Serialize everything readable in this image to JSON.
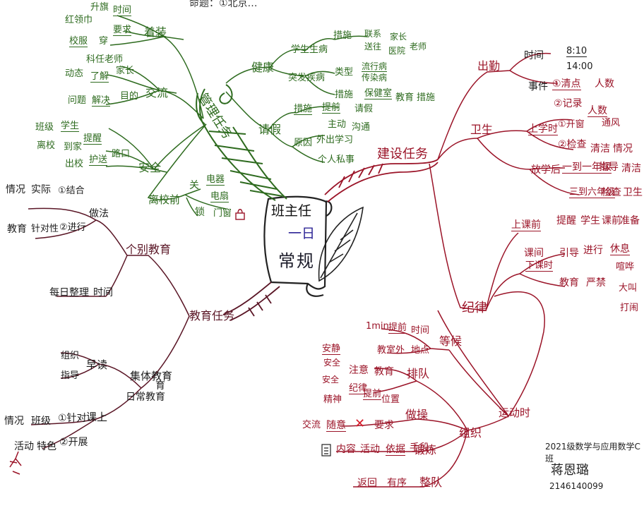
{
  "center": {
    "title": "班主任",
    "day": "一日",
    "routine": "常规"
  },
  "colors": {
    "management": "#2e6b1f",
    "construction": "#9b1428",
    "education": "#5a1626",
    "center_fill": "#ffffff"
  },
  "top_crop_text": "命题：①北京…",
  "signature": {
    "class": "2021级数学与应用数学C班",
    "name": "蒋恩璐",
    "id": "2146140099"
  },
  "management": {
    "title": "管理任务",
    "dress": {
      "label": "着装",
      "items": [
        "升旗",
        "时间",
        "红领巾",
        "要求",
        "校服",
        "穿"
      ]
    },
    "exchange": {
      "label": "交流",
      "items": [
        "科任老师",
        "动态",
        "了解",
        "家长",
        "目的",
        "问题",
        "解决"
      ]
    },
    "safety": {
      "label": "安全",
      "items": [
        "班级",
        "学生",
        "离校",
        "到家",
        "提醒",
        "出校",
        "护送",
        "路口"
      ]
    },
    "before_leave": {
      "label": "离校前",
      "items": [
        "关",
        "电器",
        "门窗",
        "锁",
        "电扇"
      ]
    },
    "health": {
      "label": "健康",
      "items": [
        "学生生病",
        "措施",
        "联系",
        "送往",
        "医院",
        "家长",
        "老师",
        "突发疾病",
        "类型",
        "流行病",
        "传染病",
        "措施",
        "保健室",
        "教育",
        "措施"
      ]
    },
    "leave": {
      "label": "请假",
      "items": [
        "措施",
        "提前",
        "请假",
        "主动",
        "沟通",
        "原因",
        "外出学习",
        "个人私事"
      ]
    }
  },
  "construction": {
    "title": "建设任务",
    "attendance": {
      "label": "出勤",
      "time_label": "时间",
      "times": [
        "8:10",
        "14:00"
      ],
      "event_label": "事件",
      "event_items": [
        "①清点",
        "人数",
        "②记录",
        "人数"
      ]
    },
    "hygiene": {
      "label": "卫生",
      "items": [
        "上学时",
        "①开窗",
        "通风",
        "②检查",
        "清洁",
        "情况",
        "放学后",
        "一到一年级",
        "指导",
        "清洁",
        "三到六年级",
        "检查",
        "卫生"
      ]
    },
    "discipline": {
      "label": "纪律",
      "before_class": [
        "上课前",
        "提醒",
        "学生",
        "课前",
        "准备"
      ],
      "recess": [
        "课间",
        "下课时",
        "引导",
        "进行",
        "休息",
        "教育",
        "严禁",
        "喧哗",
        "大叫",
        "打闹"
      ]
    },
    "exercise": {
      "label": "运动时",
      "waiting": {
        "label": "等候",
        "items": [
          "1min",
          "提前",
          "时间",
          "教室外",
          "地点"
        ]
      },
      "organize": {
        "label": "组织",
        "queue": {
          "label": "排队",
          "items": [
            "安静",
            "安全",
            "注意",
            "教育",
            "安全",
            "纪律",
            "精神",
            "提前",
            "位置"
          ]
        },
        "exercise_do": {
          "label": "做操",
          "items": [
            "交流",
            "随意",
            "✕",
            "要求"
          ]
        },
        "practice": {
          "label": "锻炼",
          "items": [
            "内容",
            "活动",
            "依据",
            "手段"
          ]
        },
        "tidy": {
          "label": "整队",
          "items": [
            "返回",
            "有序"
          ]
        }
      }
    }
  },
  "education": {
    "title": "教育任务",
    "individual": {
      "label": "个别教育",
      "method_label": "做法",
      "items": [
        "情况",
        "实际",
        "①结合",
        "教育",
        "针对性",
        "②进行",
        "每日整理",
        "时间"
      ]
    },
    "collective": {
      "label": "集体教育",
      "side_label": "育",
      "sub_label": "日常教育",
      "morning": {
        "label": "早读",
        "items": [
          "组织",
          "指导"
        ]
      },
      "class": {
        "label": "课上",
        "items": [
          "情况",
          "班级",
          "①针对",
          "活动",
          "特色",
          "②开展"
        ]
      }
    }
  }
}
